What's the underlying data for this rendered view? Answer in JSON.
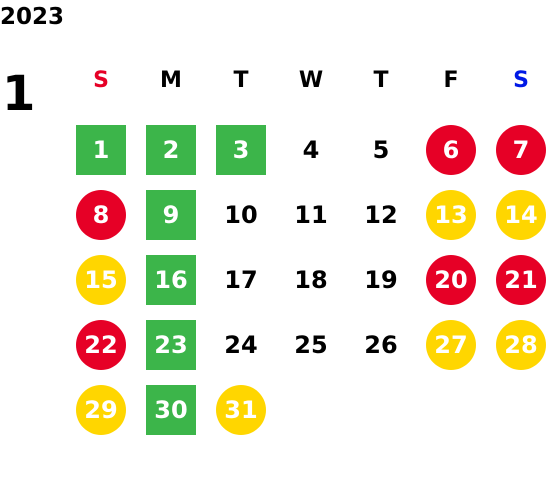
{
  "calendar": {
    "year": "2023",
    "month": "1",
    "weekdays": [
      {
        "label": "S",
        "color": "#e60026"
      },
      {
        "label": "M",
        "color": "#000000"
      },
      {
        "label": "T",
        "color": "#000000"
      },
      {
        "label": "W",
        "color": "#000000"
      },
      {
        "label": "T",
        "color": "#000000"
      },
      {
        "label": "F",
        "color": "#000000"
      },
      {
        "label": "S",
        "color": "#0019e6"
      }
    ],
    "colors": {
      "green": "#3cb54a",
      "red": "#e60026",
      "yellow": "#ffd600"
    },
    "days": [
      {
        "day": "1",
        "style": "green"
      },
      {
        "day": "2",
        "style": "green"
      },
      {
        "day": "3",
        "style": "green"
      },
      {
        "day": "4",
        "style": "plain"
      },
      {
        "day": "5",
        "style": "plain"
      },
      {
        "day": "6",
        "style": "red"
      },
      {
        "day": "7",
        "style": "red"
      },
      {
        "day": "8",
        "style": "red"
      },
      {
        "day": "9",
        "style": "green"
      },
      {
        "day": "10",
        "style": "plain"
      },
      {
        "day": "11",
        "style": "plain"
      },
      {
        "day": "12",
        "style": "plain"
      },
      {
        "day": "13",
        "style": "yellow"
      },
      {
        "day": "14",
        "style": "yellow"
      },
      {
        "day": "15",
        "style": "yellow"
      },
      {
        "day": "16",
        "style": "green"
      },
      {
        "day": "17",
        "style": "plain"
      },
      {
        "day": "18",
        "style": "plain"
      },
      {
        "day": "19",
        "style": "plain"
      },
      {
        "day": "20",
        "style": "red"
      },
      {
        "day": "21",
        "style": "red"
      },
      {
        "day": "22",
        "style": "red"
      },
      {
        "day": "23",
        "style": "green"
      },
      {
        "day": "24",
        "style": "plain"
      },
      {
        "day": "25",
        "style": "plain"
      },
      {
        "day": "26",
        "style": "plain"
      },
      {
        "day": "27",
        "style": "yellow"
      },
      {
        "day": "28",
        "style": "yellow"
      },
      {
        "day": "29",
        "style": "yellow"
      },
      {
        "day": "30",
        "style": "green"
      },
      {
        "day": "31",
        "style": "yellow"
      }
    ]
  }
}
